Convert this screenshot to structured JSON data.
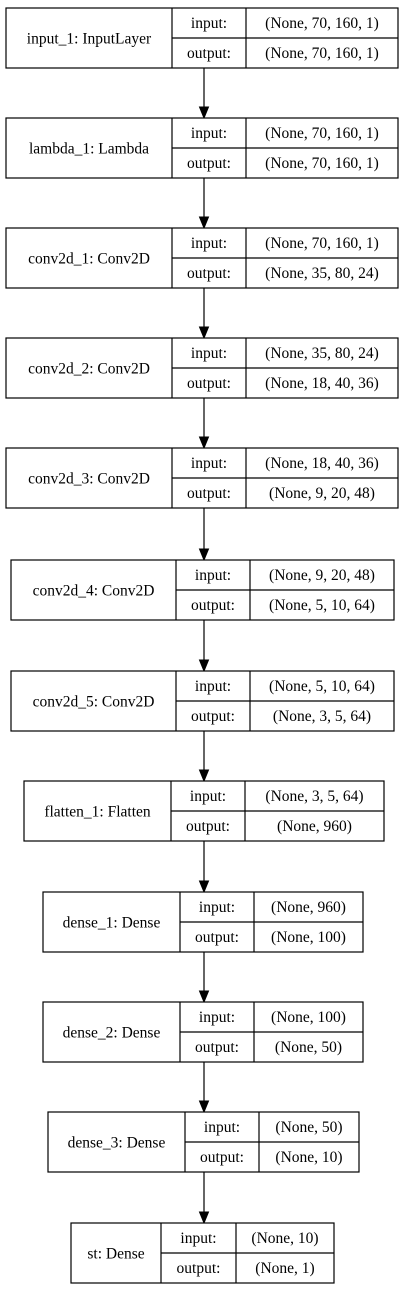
{
  "io_labels": {
    "input": "input:",
    "output": "output:"
  },
  "nodes": [
    {
      "name": "input_1: InputLayer",
      "input": "(None, 70, 160, 1)",
      "output": "(None, 70, 160, 1)"
    },
    {
      "name": "lambda_1: Lambda",
      "input": "(None, 70, 160, 1)",
      "output": "(None, 70, 160, 1)"
    },
    {
      "name": "conv2d_1: Conv2D",
      "input": "(None, 70, 160, 1)",
      "output": "(None, 35, 80, 24)"
    },
    {
      "name": "conv2d_2: Conv2D",
      "input": "(None, 35, 80, 24)",
      "output": "(None, 18, 40, 36)"
    },
    {
      "name": "conv2d_3: Conv2D",
      "input": "(None, 18, 40, 36)",
      "output": "(None, 9, 20, 48)"
    },
    {
      "name": "conv2d_4: Conv2D",
      "input": "(None, 9, 20, 48)",
      "output": "(None, 5, 10, 64)"
    },
    {
      "name": "conv2d_5: Conv2D",
      "input": "(None, 5, 10, 64)",
      "output": "(None, 3, 5, 64)"
    },
    {
      "name": "flatten_1: Flatten",
      "input": "(None, 3, 5, 64)",
      "output": "(None, 960)"
    },
    {
      "name": "dense_1: Dense",
      "input": "(None, 960)",
      "output": "(None, 100)"
    },
    {
      "name": "dense_2: Dense",
      "input": "(None, 100)",
      "output": "(None, 50)"
    },
    {
      "name": "dense_3: Dense",
      "input": "(None, 50)",
      "output": "(None, 10)"
    },
    {
      "name": "st: Dense",
      "input": "(None, 10)",
      "output": "(None, 1)"
    }
  ]
}
